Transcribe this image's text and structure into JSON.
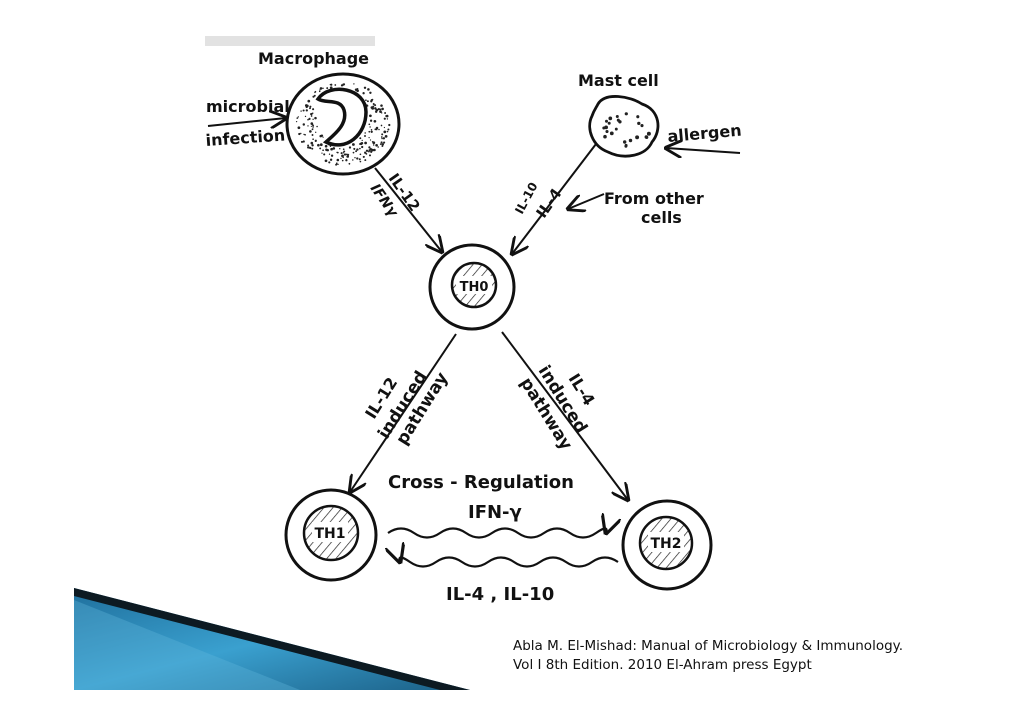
{
  "nodes": {
    "macrophage": {
      "label": "Macrophage"
    },
    "mast_cell": {
      "label": "Mast cell"
    },
    "th0": {
      "label": "TH0"
    },
    "th1": {
      "label": "TH1"
    },
    "th2": {
      "label": "TH2"
    }
  },
  "inputs": {
    "microbial_line1": "microbial",
    "microbial_line2": "infection",
    "allergen": "allergen",
    "other_line1": "From other",
    "other_line2": "cells"
  },
  "edges": {
    "macro_to_th0_line1": "IL-12",
    "macro_to_th0_line2": "IFNγ",
    "mast_to_th0_line1": "IL-10",
    "mast_to_th0_line2": "IL-4",
    "th0_to_th1_line1": "IL-12",
    "th0_to_th1_line2": "induced",
    "th0_to_th1_line3": "pathway",
    "th0_to_th2_line1": "IL-4",
    "th0_to_th2_line2": "induced",
    "th0_to_th2_line3": "pathway"
  },
  "cross_regulation": {
    "title": "Cross - Regulation",
    "top_cytokine": "IFN-γ",
    "bottom_cytokine": "IL-4 , IL-10"
  },
  "citation": {
    "line1": "Abla M. El-Mishad: Manual of Microbiology & Immunology.",
    "line2": "Vol I 8th Edition. 2010 El-Ahram press Egypt"
  },
  "colors": {
    "ink": "#111111",
    "accent_blue": "#2f8fc0",
    "accent_dark": "#0d1a22"
  }
}
